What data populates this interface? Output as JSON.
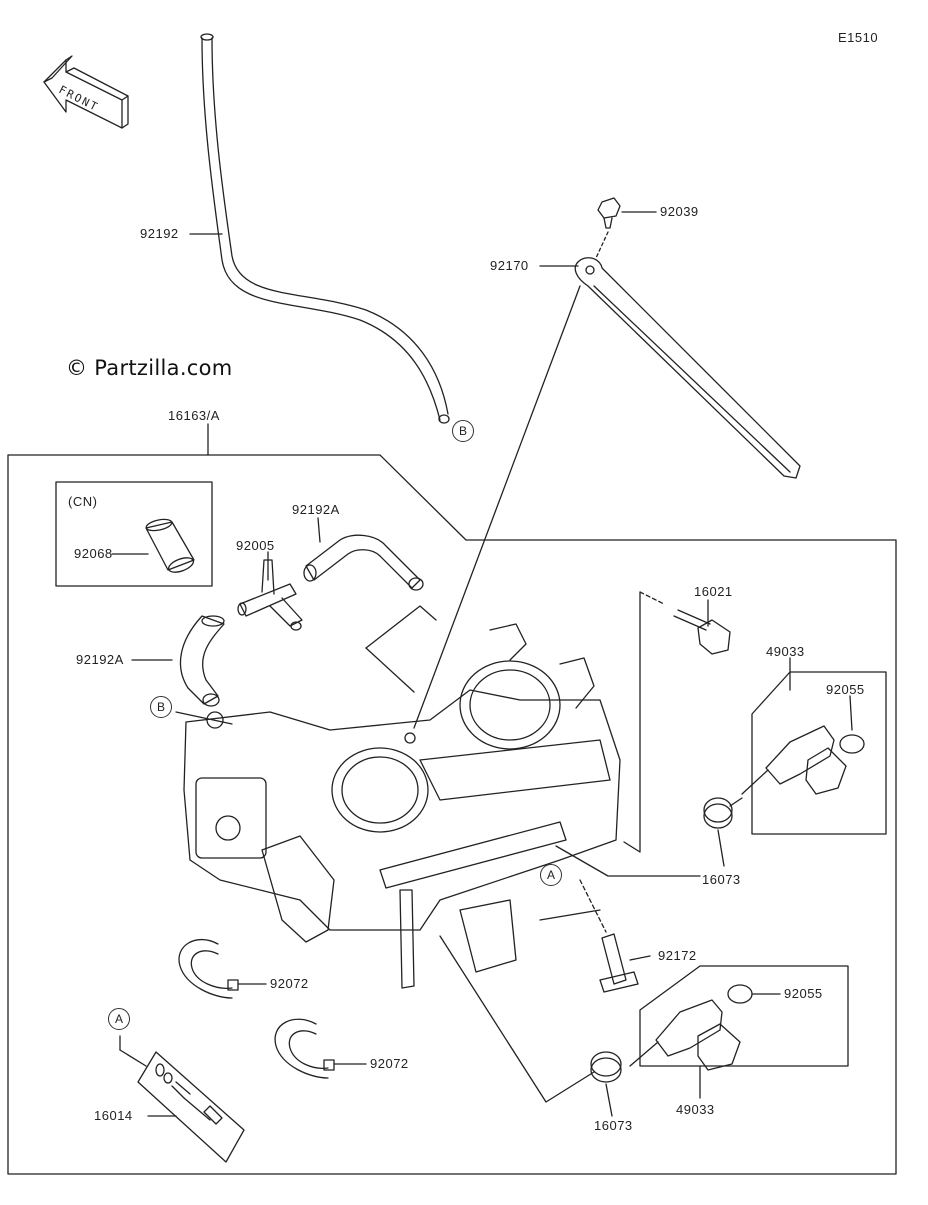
{
  "diagram": {
    "code": "E1510",
    "watermark": "© Partzilla.com",
    "front_label": "FRONT",
    "assembly_label": "16163/A",
    "cn_label": "(CN)",
    "reference_letters": [
      "A",
      "B"
    ],
    "part_labels": {
      "p92192": "92192",
      "p92039": "92039",
      "p92170": "92170",
      "p92192A_top": "92192A",
      "p92005": "92005",
      "p92068": "92068",
      "p92192A_left": "92192A",
      "p16021": "16021",
      "p49033_top": "49033",
      "p92055_top": "92055",
      "p16073_right": "16073",
      "p92172": "92172",
      "p92072_a": "92072",
      "p92055_bottom": "92055",
      "p92072_b": "92072",
      "p16014": "16014",
      "p49033_bottom": "49033",
      "p16073_bottom": "16073"
    }
  }
}
